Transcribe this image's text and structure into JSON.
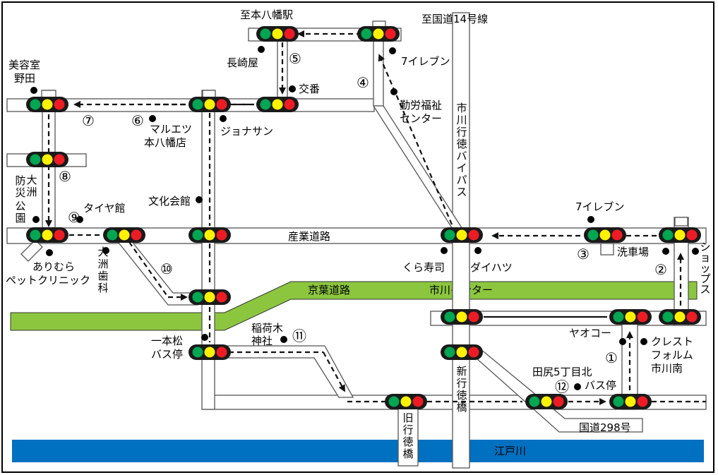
{
  "colors": {
    "road_stroke": "#555555",
    "road_fill": "#ffffff",
    "expressway": "#8cc63f",
    "river": "#0070c0",
    "light_green": "#00a651",
    "light_yellow": "#fff200",
    "light_red": "#ed1c24",
    "light_body": "#1a1a1a",
    "route": "#111111"
  },
  "roads": {
    "sangyo": "産業道路",
    "keiyo": "京葉道路",
    "river": "江戸川",
    "kokudo298": "国道298号",
    "kokudo14": "至国道14号線",
    "ichikawa_bypass": "市川行徳バイパス",
    "shin_gyotoku": "新行徳橋",
    "kyu_gyotoku": "旧行徳橋",
    "ichikawa_inter": "市川インター",
    "to_motoyawata": "至本八幡駅"
  },
  "places": {
    "biyoshitsu_noda": "美容室 野田",
    "nagasakiya": "長崎屋",
    "koban": "交番",
    "seven_eleven_top": "7イレブン",
    "kinro_center": "勤労福祉 センター",
    "maruetsu": "マルエツ 本八幡店",
    "jonathan": "ジョナサン",
    "bunka_kaikan": "文化会館",
    "taiyakan": "タイヤ館",
    "ohsu_bosai_koen": "大洲 防災 公園",
    "arimura_pet": "ありむら ペットクリニック",
    "ohsu_shika": "大洲 歯科",
    "seven_eleven_right": "7イレブン",
    "sensyajo": "洗車場",
    "shops": "ショップス",
    "kurazushi": "くら寿司",
    "daihatsu": "ダイハツ",
    "yaoko": "ヤオコー",
    "crest_form": "クレスト フォルム 市川南",
    "inari_jinja": "稲荷木 神社",
    "ippon_matsu": "一本松 バス停",
    "tajiri_bus": "田尻5丁目北 バス停"
  },
  "steps": [
    "①",
    "②",
    "③",
    "④",
    "⑤",
    "⑥",
    "⑦",
    "⑧",
    "⑨",
    "⑩",
    "⑪",
    "⑫"
  ]
}
